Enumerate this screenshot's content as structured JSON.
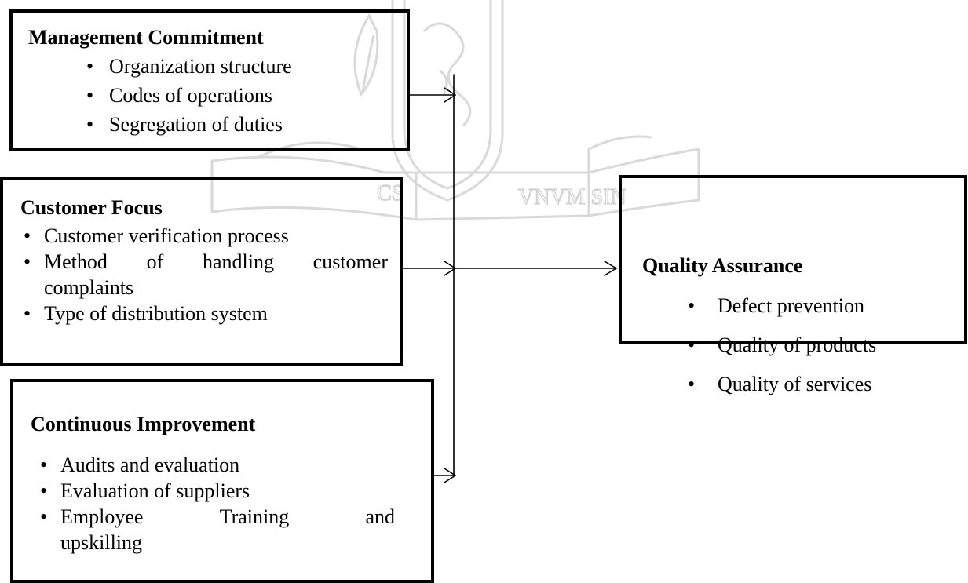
{
  "diagram": {
    "sources": [
      {
        "title": "Management Commitment",
        "items": [
          "Organization structure",
          "Codes of operations",
          "Segregation of duties"
        ]
      },
      {
        "title": "Customer Focus",
        "items": [
          "Customer verification process",
          {
            "words": [
              "Method",
              "of",
              "handling",
              "customer"
            ],
            "continuation": "complaints"
          },
          "Type of distribution system"
        ]
      },
      {
        "title": "Continuous Improvement",
        "items": [
          "Audits and evaluation",
          "Evaluation of suppliers",
          {
            "words": [
              "Employee",
              "Training",
              "and"
            ],
            "continuation": "upskilling"
          }
        ]
      }
    ],
    "target": {
      "title": "Quality Assurance",
      "items": [
        "Defect prevention",
        "Quality of products",
        "Quality of services"
      ]
    },
    "watermark": {
      "text": "VNVM SIN",
      "fragment": "CS"
    }
  }
}
